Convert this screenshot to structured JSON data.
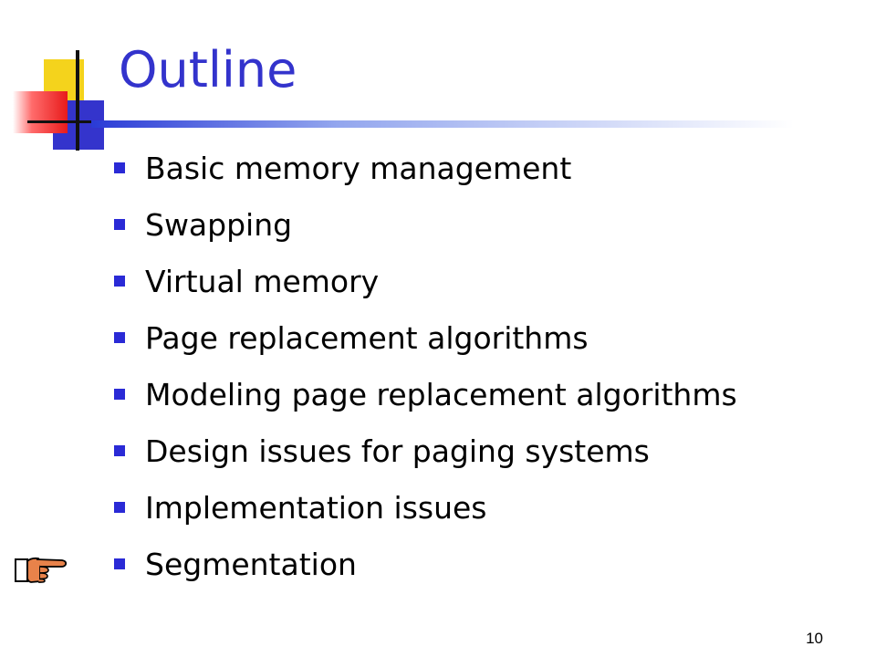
{
  "slide": {
    "title": "Outline",
    "items": [
      "Basic memory management",
      "Swapping",
      "Virtual memory",
      "Page replacement algorithms",
      "Modeling page replacement algorithms",
      "Design issues for paging systems",
      "Implementation issues",
      "Segmentation"
    ],
    "page_number": "10"
  },
  "icons": {
    "logo": "color-squares-logo-icon",
    "pointer": "pointing-hand-icon",
    "bullet": "square-bullet-icon"
  },
  "colors": {
    "title": "#3333cc",
    "bullet": "#2a2ad6",
    "logo_yellow": "#f4d31c",
    "logo_red": "#e81b1b",
    "logo_blue": "#3434cc"
  }
}
